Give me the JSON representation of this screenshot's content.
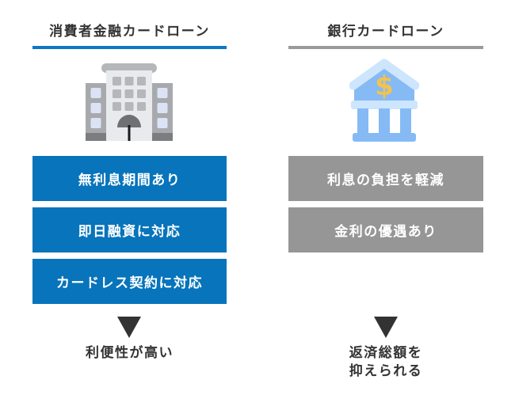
{
  "left_column": {
    "title": "消費者金融カードローン",
    "accent_color": "#0774bb",
    "underline_color": "#0a78c4",
    "icon": "office-building-icon",
    "features": [
      "無利息期間あり",
      "即日融資に対応",
      "カードレス契約に対応"
    ],
    "conclusion": "利便性が高い"
  },
  "right_column": {
    "title": "銀行カードローン",
    "accent_color": "#969696",
    "underline_color": "#9a9a9a",
    "icon": "bank-icon",
    "features": [
      "利息の負担を軽減",
      "金利の優遇あり"
    ],
    "conclusion_lines": [
      "返済総額を",
      "抑えられる"
    ]
  },
  "colors": {
    "background": "#ffffff",
    "text_dark": "#333333",
    "box_text": "#ffffff",
    "arrow": "#333333",
    "bank_icon_blue": "#85baf5",
    "bank_icon_light_blue": "#cde5fd",
    "bank_icon_gold": "#f3c24f",
    "building_icon_gray": "#a7a9ac"
  }
}
